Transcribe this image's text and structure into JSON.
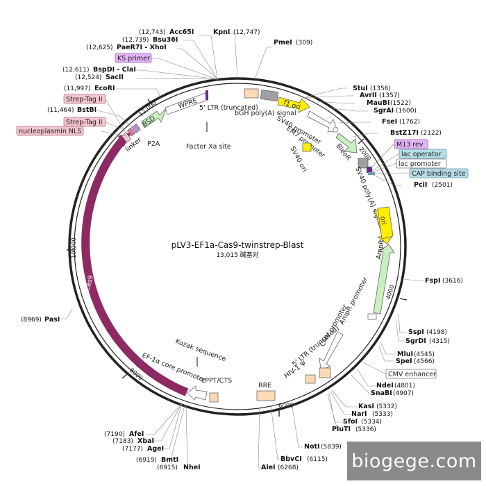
{
  "plasmid": {
    "name": "pLV3-EF1a-Cas9-twinstrep-Blast",
    "length_label": "13,015 碱基对",
    "total_bp": 13015
  },
  "ticks": [
    "2000",
    "4000",
    "6000",
    "8000",
    "10,000",
    "12,000"
  ],
  "sites": [
    {
      "name": "Acc65I",
      "pos": "(12,743)"
    },
    {
      "name": "KpnI",
      "pos": "(12,747)"
    },
    {
      "name": "Bsu36I",
      "pos": "(12,739)"
    },
    {
      "name": "PaeR7I - XhoI",
      "pos": "(12,625)"
    },
    {
      "name": "PmeI",
      "pos": "(309)"
    },
    {
      "name": "BspDI - ClaI",
      "pos": "(12,611)"
    },
    {
      "name": "SacII",
      "pos": "(12,524)"
    },
    {
      "name": "EcoRI",
      "pos": "(11,997)"
    },
    {
      "name": "BstBI",
      "pos": "(11,464)"
    },
    {
      "name": "StuI",
      "pos": "(1356)"
    },
    {
      "name": "AvrII",
      "pos": "(1357)"
    },
    {
      "name": "MauBI",
      "pos": "(1522)"
    },
    {
      "name": "SgrAI",
      "pos": "(1600)"
    },
    {
      "name": "FseI",
      "pos": "(1762)"
    },
    {
      "name": "BstZ17I",
      "pos": "(2122)"
    },
    {
      "name": "PciI",
      "pos": "(2501)"
    },
    {
      "name": "FspI",
      "pos": "(3616)"
    },
    {
      "name": "SspI",
      "pos": "(4198)"
    },
    {
      "name": "SgrDI",
      "pos": "(4315)"
    },
    {
      "name": "MluI",
      "pos": "(4545)"
    },
    {
      "name": "SpeI",
      "pos": "(4566)"
    },
    {
      "name": "NdeI",
      "pos": "(4801)"
    },
    {
      "name": "SnaBI",
      "pos": "(4907)"
    },
    {
      "name": "KasI",
      "pos": "(5332)"
    },
    {
      "name": "NarI",
      "pos": "(5333)"
    },
    {
      "name": "SfoI",
      "pos": "(5334)"
    },
    {
      "name": "PluTI",
      "pos": "(5336)"
    },
    {
      "name": "NotI",
      "pos": "(5839)"
    },
    {
      "name": "BbvCI",
      "pos": "(6115)"
    },
    {
      "name": "AleI",
      "pos": "(6268)"
    },
    {
      "name": "PasI",
      "pos": "(8969)"
    },
    {
      "name": "AfeI",
      "pos": "(7190)"
    },
    {
      "name": "XbaI",
      "pos": "(7183)"
    },
    {
      "name": "AgeI",
      "pos": "(7177)"
    },
    {
      "name": "BmtI",
      "pos": "(6919)"
    },
    {
      "name": "NheI",
      "pos": "(6915)"
    }
  ],
  "tags": {
    "ks_primer": "KS primer",
    "strep_tag_1": "Strep-Tag II",
    "strep_tag_2": "Strep-Tag II",
    "nls": "nucleoplasmin NLS",
    "m13_rev": "M13 rev",
    "lac_operator": "lac operator",
    "lac_promoter": "lac promoter",
    "cap_site": "CAP binding site",
    "cmv_enhancer": "CMV enhancer"
  },
  "features": {
    "wpre": "WPRE",
    "bsd": "BSD",
    "p2a": "P2A",
    "linker": "linker",
    "ltr5_trunc": "5' LTR (truncated)",
    "factor_xa": "Factor Xa site",
    "bgh": "bGH poly(A) signal",
    "f1_ori": "f1 ori",
    "sv40_promoter": "SV40 promoter",
    "em7_promoter": "EM7 promoter",
    "bleor": "BleoR",
    "sv40_ori": "SV40 ori",
    "sv40_polya": "SV40 poly(A) signal",
    "ori": "ori",
    "ampr": "AmpR",
    "ampr_promoter": "AmpR promoter",
    "cmv_promoter": "CMV promoter",
    "ltr5_trunc_2": "5' LTR (truncated)",
    "hiv_psi": "HIV-1 Ψ",
    "rre": "RRE",
    "cppt": "cPPT/CTS",
    "kozak": "Kozak sequence",
    "ef1a": "EF-1α core promoter",
    "cas9": "Cas9"
  },
  "colors": {
    "cas9": "#8e2a63",
    "wpre": "#ffffff",
    "bsd": "#c8f0c0",
    "bleor": "#c8f0c0",
    "ampr": "#c8f0c0",
    "f1_ori": "#ffee00",
    "ori": "#ffee00",
    "sv40_ori": "#ffee00",
    "bgh": "#a0a0a0",
    "ltr": "#fdd9b5",
    "tag_purple": "#e1b3f5",
    "tag_pink": "#f2c4cc",
    "tag_blue": "#b5dde6",
    "watermark_bg": "#8a8a8a"
  },
  "watermark": "biogege.com"
}
